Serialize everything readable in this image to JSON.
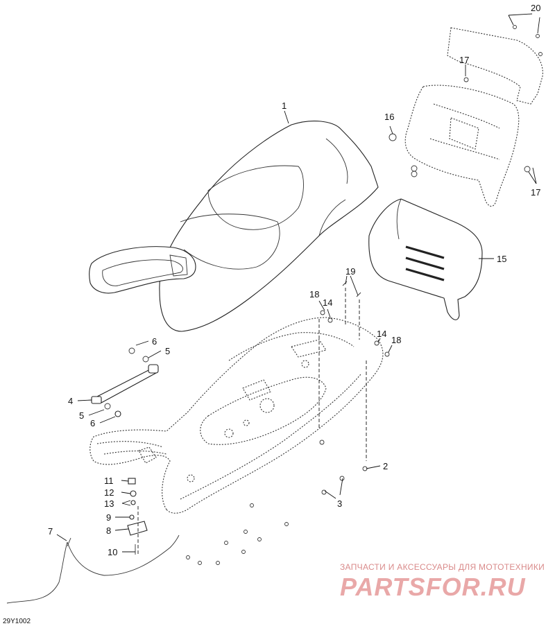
{
  "diagram": {
    "code": "29Y1002",
    "callouts": [
      "1",
      "2",
      "3",
      "4",
      "5",
      "5",
      "6",
      "6",
      "7",
      "8",
      "9",
      "10",
      "11",
      "12",
      "13",
      "14",
      "14",
      "15",
      "16",
      "17",
      "17",
      "18",
      "18",
      "19",
      "20"
    ]
  },
  "watermark": {
    "line1": "ЗАПЧАСТИ И АКСЕССУАРЫ ДЛЯ МОТОТЕХНИКИ",
    "line2": "PARTSFOR.RU"
  }
}
